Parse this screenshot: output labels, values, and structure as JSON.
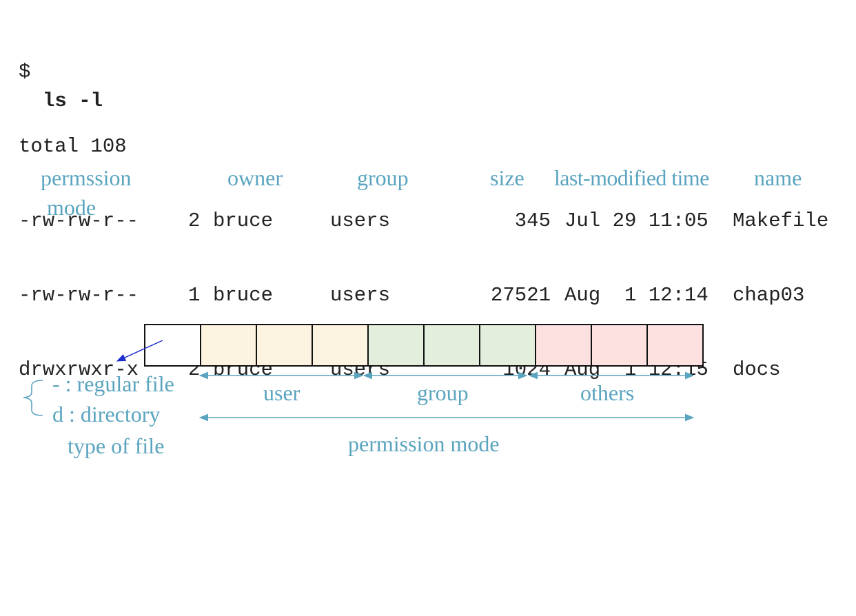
{
  "terminal": {
    "prompt": "$ ",
    "command": "ls -l",
    "total": "total 108",
    "rows": [
      {
        "perm": "-rw-rw-r--",
        "links": "2",
        "owner": "bruce",
        "group": "users",
        "size": "345",
        "time": "Jul 29 11:05",
        "name": "Makefile"
      },
      {
        "perm": "-rw-rw-r--",
        "links": "1",
        "owner": "bruce",
        "group": "users",
        "size": "27521",
        "time": "Aug  1 12:14",
        "name": "chap03"
      },
      {
        "perm": "drwxrwxr-x",
        "links": "2",
        "owner": "bruce",
        "group": "users",
        "size": "1024",
        "time": "Aug  1 12:15",
        "name": "docs"
      }
    ]
  },
  "column_labels": {
    "permission_line1": "permssion",
    "permission_line2": "mode",
    "owner": "owner",
    "group": "group",
    "size": "size",
    "time": "last-modified time",
    "name": "name"
  },
  "diagram": {
    "type_regular": "- : regular file",
    "type_directory": "d : directory",
    "type_caption": "type of file",
    "user": "user",
    "group": "group",
    "others": "others",
    "permission_mode": "permission mode",
    "colors": {
      "label": "#5aa4bf",
      "user_cell": "#fdf3e1",
      "group_cell": "#e3efdc",
      "others_cell": "#fde0e0",
      "pointer_arrow": "#1f2fd0"
    }
  }
}
